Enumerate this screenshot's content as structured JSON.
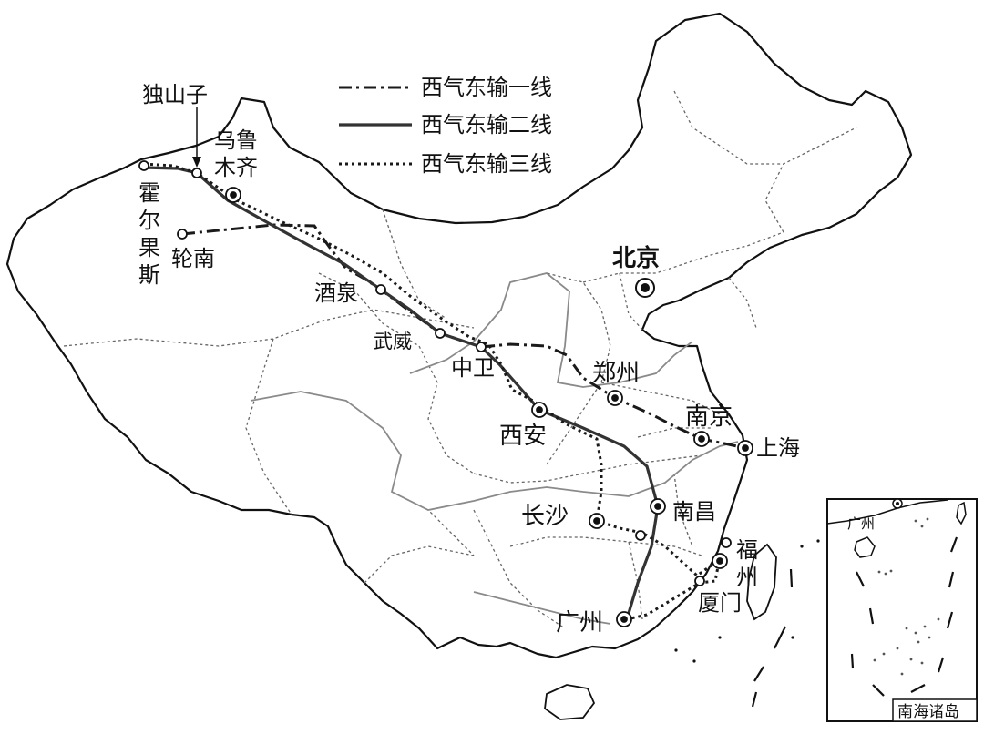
{
  "legend": [
    {
      "label": "西气东输一线",
      "style": "dash-dot"
    },
    {
      "label": "西气东输二线",
      "style": "solid"
    },
    {
      "label": "西气东输三线",
      "style": "dotted"
    }
  ],
  "cities": {
    "dushanzi": "独山子",
    "urumqi_1": "乌鲁",
    "urumqi_2": "木齐",
    "huoerguosi_1": "霍",
    "huoerguosi_2": "尔",
    "huoerguosi_3": "果",
    "huoerguosi_4": "斯",
    "lunnan": "轮南",
    "jiuquan": "酒泉",
    "wuwei": "武威",
    "zhongwei": "中卫",
    "beijing": "北京",
    "zhengzhou": "郑州",
    "nanjing": "南京",
    "shanghai": "上海",
    "xian": "西安",
    "changsha": "长沙",
    "nanchang": "南昌",
    "fuzhou_1": "福",
    "fuzhou_2": "州",
    "xiamen": "厦门",
    "guangzhou": "广州"
  },
  "inset": {
    "title": "南海诸岛",
    "city": "广州"
  },
  "colors": {
    "line": "#1a1a1a",
    "border": "#111111",
    "province": "#777777",
    "river": "#888888"
  }
}
